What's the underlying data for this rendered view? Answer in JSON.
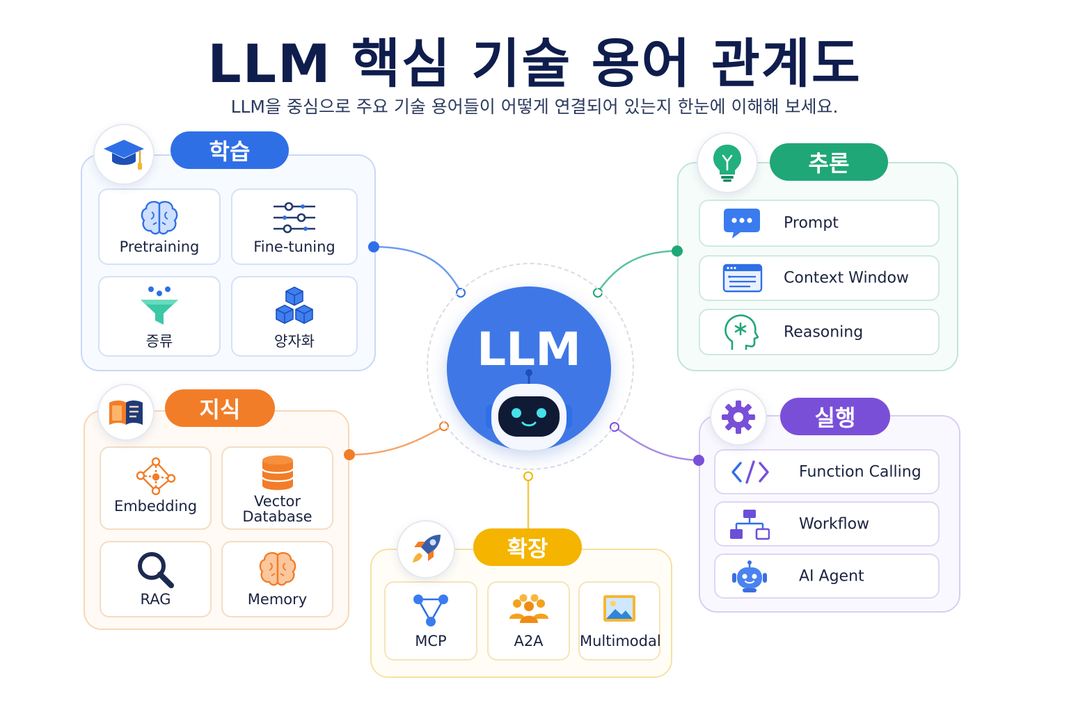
{
  "title": "LLM 핵심 기술 용어 관계도",
  "subtitle": "LLM을 중심으로 주요 기술 용어들이 어떻게 연결되어 있는지 한눈에 이해해 보세요.",
  "center": {
    "label": "LLM"
  },
  "colors": {
    "learn": "#2f6fe6",
    "know": "#f27d28",
    "infer": "#1fa777",
    "exec": "#7a4fd8",
    "ext": "#f4b400"
  },
  "groups": {
    "learn": {
      "title": "학습",
      "icon": "graduation-cap-icon",
      "items": [
        {
          "label": "Pretraining",
          "icon": "brain-icon"
        },
        {
          "label": "Fine-tuning",
          "icon": "sliders-icon"
        },
        {
          "label": "증류",
          "icon": "funnel-icon"
        },
        {
          "label": "양자화",
          "icon": "cubes-icon"
        }
      ]
    },
    "know": {
      "title": "지식",
      "icon": "book-icon",
      "items": [
        {
          "label": "Embedding",
          "icon": "graph-nodes-icon"
        },
        {
          "label": "Vector\nDatabase",
          "icon": "database-icon"
        },
        {
          "label": "RAG",
          "icon": "search-icon"
        },
        {
          "label": "Memory",
          "icon": "brain-icon"
        }
      ]
    },
    "infer": {
      "title": "추론",
      "icon": "lightbulb-icon",
      "items": [
        {
          "label": "Prompt",
          "icon": "chat-bubble-icon"
        },
        {
          "label": "Context Window",
          "icon": "browser-window-icon"
        },
        {
          "label": "Reasoning",
          "icon": "head-thinking-icon"
        }
      ]
    },
    "exec": {
      "title": "실행",
      "icon": "gear-icon",
      "items": [
        {
          "label": "Function Calling",
          "icon": "code-icon"
        },
        {
          "label": "Workflow",
          "icon": "flowchart-icon"
        },
        {
          "label": "AI Agent",
          "icon": "robot-icon"
        }
      ]
    },
    "ext": {
      "title": "확장",
      "icon": "rocket-icon",
      "items": [
        {
          "label": "MCP",
          "icon": "triangle-network-icon"
        },
        {
          "label": "A2A",
          "icon": "people-group-icon"
        },
        {
          "label": "Multimodal",
          "icon": "image-icon"
        }
      ]
    }
  }
}
